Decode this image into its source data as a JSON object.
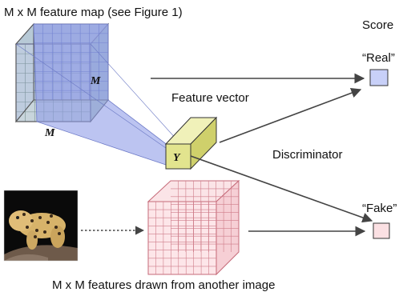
{
  "title": "M x M feature map (see Figure 1)",
  "score_label": "Score",
  "real_label": "“Real”",
  "fake_label": "“Fake”",
  "feature_vector_label": "Feature vector",
  "discriminator_label": "Discriminator",
  "bottom_caption": "M x M features drawn from another image",
  "m_depth_label": "M",
  "m_width_label": "M",
  "y_label": "Y",
  "colors": {
    "green_face": "#e4f3d3",
    "blue_volume": "#b3bcf2",
    "yellow_box": "#e7e89a",
    "pink_box": "#fce0e3",
    "real_box": "#c6cff7",
    "fake_box": "#fbe1e3",
    "arrow": "#444444"
  },
  "icons": {
    "animal_photo": "leopard-photo-thumbnail"
  }
}
